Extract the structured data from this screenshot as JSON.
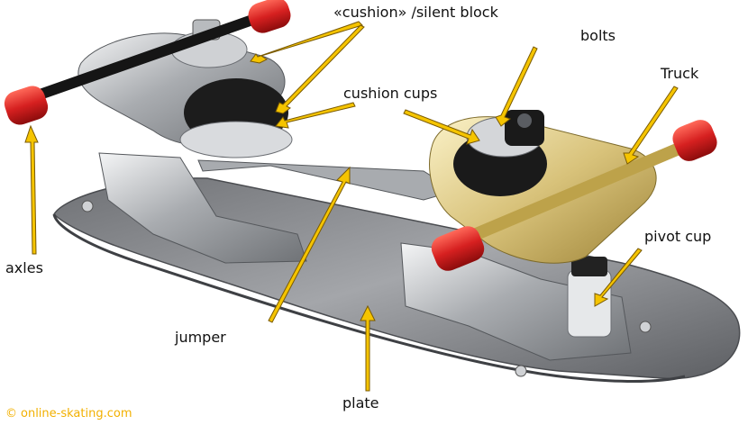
{
  "labels": {
    "cushion": "«cushion» /silent block",
    "bolts": "bolts",
    "truck": "Truck",
    "cushion_cups": "cushion cups",
    "axles": "axles",
    "pivot_cup": "pivot cup",
    "jumper": "jumper",
    "plate": "plate"
  },
  "credit": {
    "symbol": "©",
    "text": "online-skating.com"
  },
  "colors": {
    "arrow": "#f5c400",
    "arrow_outline": "#7a5a00",
    "label_text": "#111111",
    "credit_text": "#f2b000",
    "wheel_stub_red": "#d62020",
    "truck_brass": "#d8c27a",
    "metal_silver": "#b9bcc0",
    "plate_gray": "#8a8c90"
  },
  "icons": [
    "roller-skate-plate-photo",
    "arrow-icon"
  ]
}
